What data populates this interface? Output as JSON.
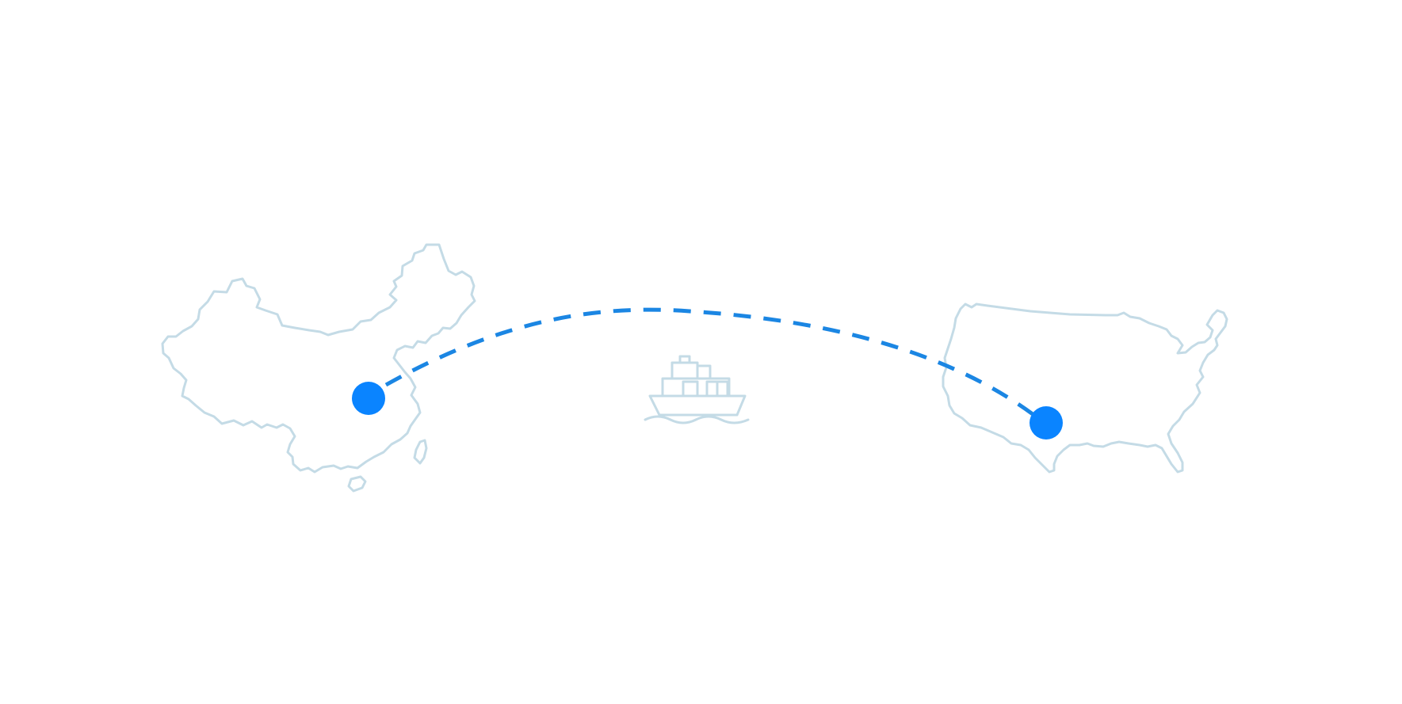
{
  "colors": {
    "background": "#ffffff",
    "outline": "#c4dbe6",
    "route": "#1b86e3",
    "marker": "#0a84ff"
  },
  "icons": {
    "origin_region": "china-map-icon",
    "destination_region": "usa-map-icon",
    "transport": "cargo-ship-icon",
    "origin_marker": "location-dot-icon",
    "destination_marker": "location-dot-icon"
  },
  "route": {
    "style": "dashed-arc",
    "from": "origin_marker",
    "to": "destination_marker"
  }
}
